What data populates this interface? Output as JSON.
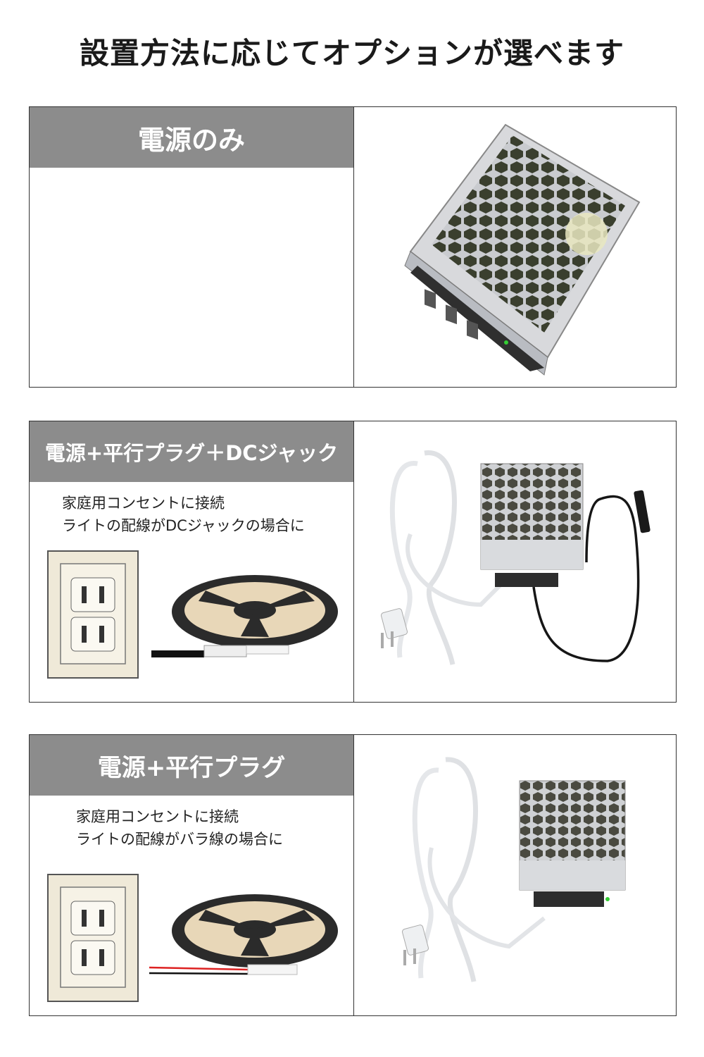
{
  "page": {
    "title": "設置方法に応じてオプションが選べます"
  },
  "options": [
    {
      "label": "電源のみ",
      "description": []
    },
    {
      "label": "電源+平行プラグ＋DCジャック",
      "description": [
        "家庭用コンセントに接続",
        "ライトの配線がDCジャックの場合に"
      ]
    },
    {
      "label": "電源+平行プラグ",
      "description": [
        "家庭用コンセントに接続",
        "ライトの配線がバラ線の場合に"
      ]
    }
  ]
}
